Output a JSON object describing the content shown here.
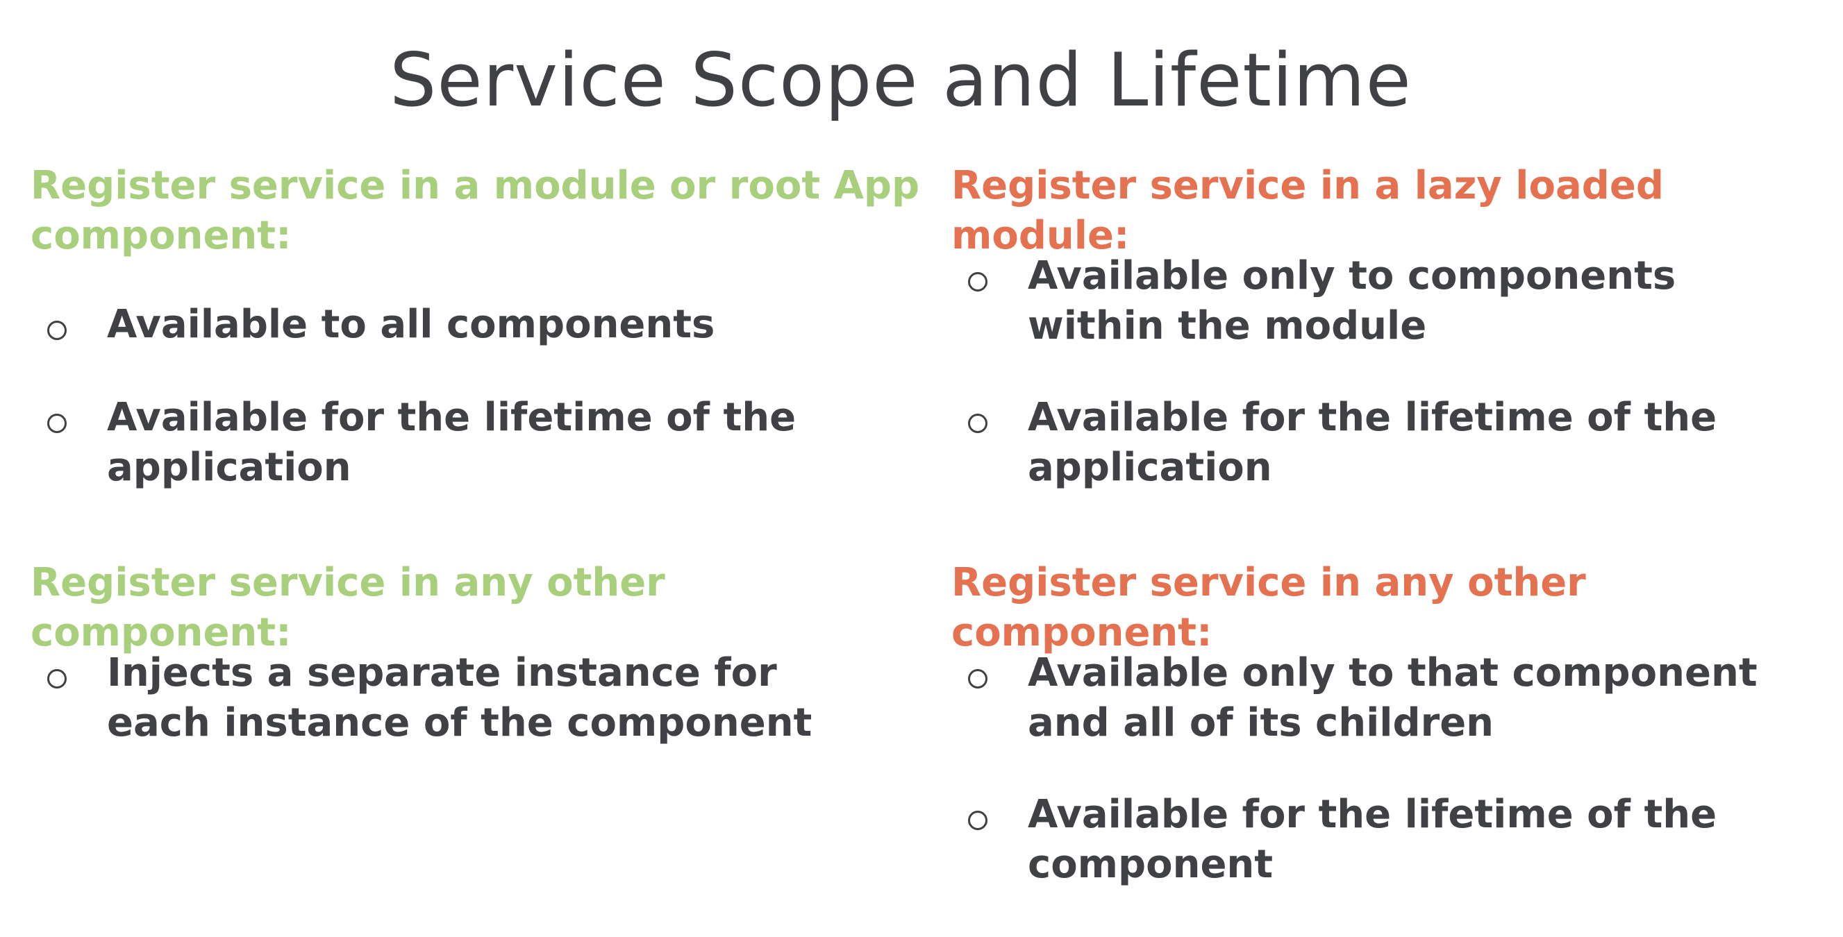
{
  "title": "Service Scope and Lifetime",
  "left": {
    "section1": {
      "heading": "Register service in a module or root App component:",
      "bullets": [
        "Available to all components",
        "Available for the lifetime of the application"
      ]
    },
    "section2": {
      "heading": "Register service in any other component:",
      "bullets": [
        "Injects a separate instance for each instance of the component"
      ]
    }
  },
  "right": {
    "section1": {
      "heading": "Register service in a lazy loaded module:",
      "bullets": [
        "Available only to components within the module",
        "Available for the lifetime of the application"
      ]
    },
    "section2": {
      "heading": "Register service in any other component:",
      "bullets": [
        "Available only to that component and all of its children",
        "Available for the lifetime of the component"
      ]
    }
  },
  "colors": {
    "left_heading": "#a8cf7c",
    "right_heading": "#e4714f",
    "text": "#3f4145"
  }
}
